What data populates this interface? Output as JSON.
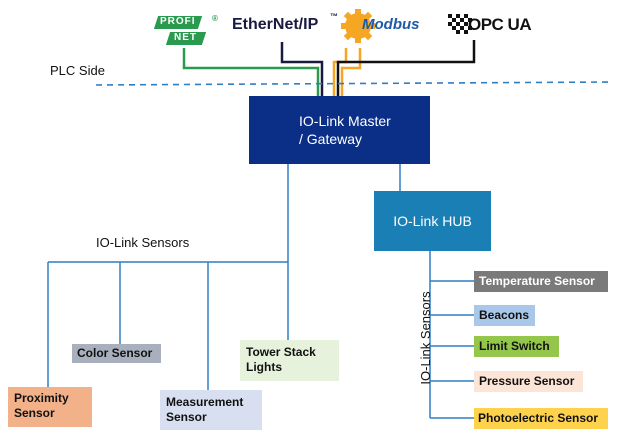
{
  "protocols": {
    "profinet": {
      "line1": "PROFI",
      "line2": "NET",
      "reg": "®",
      "color": "#2a9a4e"
    },
    "ethernetip": {
      "text": "EtherNet/IP",
      "tm": "™",
      "color": "#1a1a40"
    },
    "modbus": {
      "text": "Modbus",
      "color": "#1e5aa8",
      "badge_color": "#f5a623"
    },
    "opcua": {
      "text": "OPC UA",
      "color": "#111111"
    }
  },
  "plc_side_label": "PLC Side",
  "master": {
    "line1": "IO-Link Master",
    "line2": "/ Gateway",
    "color": "#0b2f87"
  },
  "hub": {
    "label": "IO-Link HUB",
    "color": "#1a7fb5"
  },
  "left_group_label": "IO-Link Sensors",
  "right_group_label": "IO-Link Sensors",
  "left_sensors": [
    {
      "line1": "Proximity",
      "line2": "Sensor",
      "color": "#f2b189"
    },
    {
      "line1": "Color Sensor",
      "line2": "",
      "color": "#a9b0bd"
    },
    {
      "line1": "Measurement",
      "line2": "Sensor",
      "color": "#d8dff0"
    },
    {
      "line1": "Tower Stack",
      "line2": "Lights",
      "color": "#e6f2dc"
    }
  ],
  "right_sensors": [
    {
      "label": "Temperature Sensor",
      "color": "#7a7a7a",
      "text_color": "#ffffff"
    },
    {
      "label": "Beacons",
      "color": "#a9c7e8",
      "text_color": "#111111"
    },
    {
      "label": "Limit Switch",
      "color": "#93c64a",
      "text_color": "#111111"
    },
    {
      "label": "Pressure Sensor",
      "color": "#fce5d6",
      "text_color": "#111111"
    },
    {
      "label": "Photoelectric Sensor",
      "color": "#ffd24d",
      "text_color": "#111111"
    }
  ],
  "colors": {
    "wire": "#2f7fc2",
    "dashed_line": "#2f7fc2",
    "profinet_wire": "#2a9a4e",
    "ethernetip_wire": "#1a1a40",
    "modbus_wire": "#f5a623",
    "opcua_wire": "#111111"
  }
}
